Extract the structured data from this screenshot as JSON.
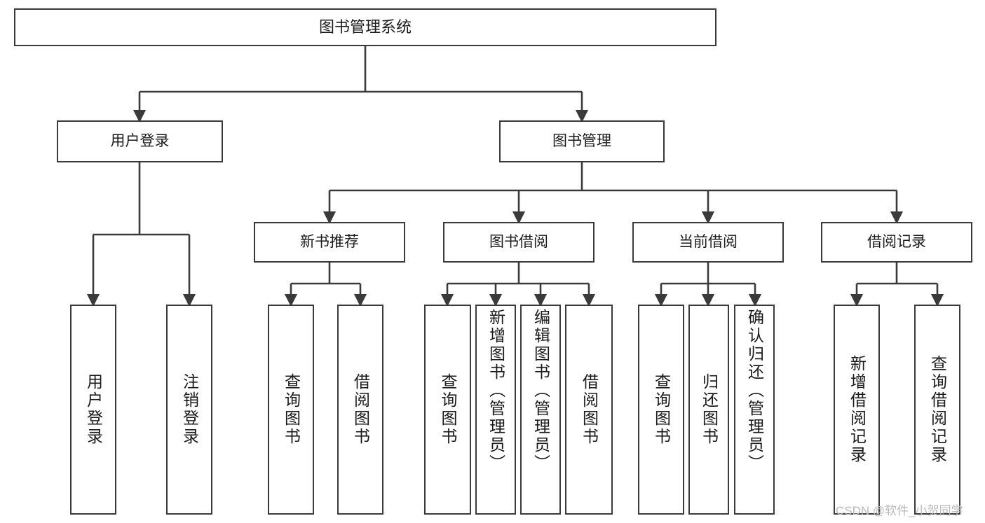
{
  "diagram": {
    "title_node": {
      "label": "图书管理系统"
    },
    "level2": [
      {
        "label": "用户登录"
      },
      {
        "label": "图书管理"
      }
    ],
    "level3": [
      {
        "label": "新书推荐"
      },
      {
        "label": "图书借阅"
      },
      {
        "label": "当前借阅"
      },
      {
        "label": "借阅记录"
      }
    ],
    "leaves": {
      "user_login": [
        {
          "label": "用户登录"
        },
        {
          "label": "注销登录"
        }
      ],
      "new_book_recommend": [
        {
          "label": "查询图书"
        },
        {
          "label": "借阅图书"
        }
      ],
      "book_borrow": [
        {
          "label": "查询图书"
        },
        {
          "label": "新增图书（管理员）"
        },
        {
          "label": "编辑图书（管理员）"
        },
        {
          "label": "借阅图书"
        }
      ],
      "current_borrow": [
        {
          "label": "查询图书"
        },
        {
          "label": "归还图书"
        },
        {
          "label": "确认归还（管理员）"
        }
      ],
      "borrow_record": [
        {
          "label": "新增借阅记录"
        },
        {
          "label": "查询借阅记录"
        }
      ]
    }
  },
  "watermark": {
    "text": "CSDN @软件_小贺同学"
  },
  "colors": {
    "border": "#3a3a3a",
    "text": "#1a1a1a",
    "background": "#ffffff",
    "watermark": "#b9b9b9"
  }
}
